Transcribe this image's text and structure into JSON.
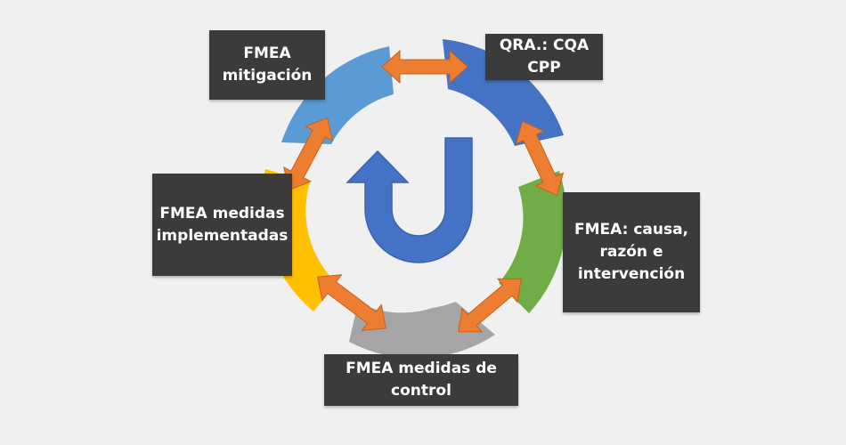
{
  "colors": {
    "background": "#f0f0f0",
    "box_fill": "#3b3b3b",
    "box_text": "#ffffff",
    "arrow_orange": "#ed7d31",
    "arrow_outline": "#c8601a",
    "cycle_blue": "#4472c4",
    "segment_light_blue": "#5b9bd5",
    "segment_dark_blue": "#4472c4",
    "segment_green": "#70ad47",
    "segment_gray": "#a5a5a5",
    "segment_yellow": "#ffc000"
  },
  "icons": {
    "center": "u-turn-arrow-icon",
    "connector": "double-headed-arrow-icon"
  },
  "nodes": {
    "mitigacion": {
      "line1": "FMEA",
      "line2": "mitigación"
    },
    "qra": {
      "line1": "QRA.: CQA CPP"
    },
    "causa": {
      "line1": "FMEA: causa,",
      "line2": "razón e",
      "line3": "intervención"
    },
    "implementadas": {
      "line1": "FMEA medidas",
      "line2": "implementadas"
    },
    "control": {
      "line1": "FMEA medidas de control"
    }
  }
}
